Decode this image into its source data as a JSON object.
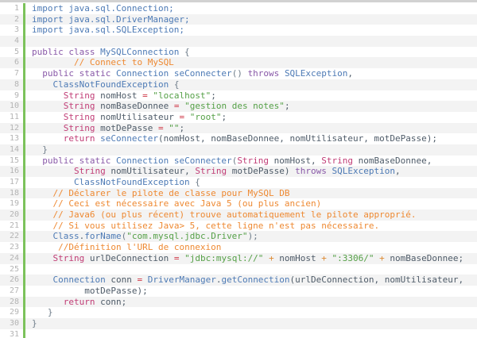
{
  "editor": {
    "language": "java",
    "gutter_bar_color": "#7cc25b",
    "line_number_color": "#b4b4b4",
    "top_strip_color": "#d2d2d2",
    "zebra_row_color": "#f3f3f3"
  },
  "colors": {
    "imp": "#4d7ab5",
    "kw": "#8959a8",
    "type": "#4d7ab5",
    "builtin": "#c13d76",
    "string": "#55a047",
    "comment": "#ee8932",
    "op_eq": "#cf3746",
    "op_plus": "#dd8a33",
    "plain": "#4e5b68",
    "punct": "#6f7d8a"
  },
  "lines": [
    {
      "n": "1",
      "segs": [
        [
          "import java.sql.Connection;",
          "imp"
        ]
      ]
    },
    {
      "n": "2",
      "segs": [
        [
          "import java.sql.DriverManager;",
          "imp"
        ]
      ]
    },
    {
      "n": "3",
      "segs": [
        [
          "import java.sql.SQLException;",
          "imp"
        ]
      ]
    },
    {
      "n": "4",
      "segs": []
    },
    {
      "n": "5",
      "segs": [
        [
          "public class ",
          "kw"
        ],
        [
          "MySQLConnection",
          "type"
        ],
        [
          " {",
          "punct"
        ]
      ]
    },
    {
      "n": "6",
      "segs": [
        [
          "        // Connect to MySQL",
          "comment"
        ]
      ]
    },
    {
      "n": "7",
      "segs": [
        [
          "  ",
          "plain"
        ],
        [
          "public static ",
          "kw"
        ],
        [
          "Connection",
          "type"
        ],
        [
          " ",
          "plain"
        ],
        [
          "seConnecter",
          "type"
        ],
        [
          "()",
          "punct"
        ],
        [
          " ",
          "plain"
        ],
        [
          "throws",
          "kw"
        ],
        [
          " ",
          "plain"
        ],
        [
          "SQLException",
          "type"
        ],
        [
          ",",
          "plain"
        ]
      ]
    },
    {
      "n": "8",
      "segs": [
        [
          "    ",
          "plain"
        ],
        [
          "ClassNotFoundException",
          "type"
        ],
        [
          " {",
          "punct"
        ]
      ]
    },
    {
      "n": "9",
      "segs": [
        [
          "      ",
          "plain"
        ],
        [
          "String",
          "builtin"
        ],
        [
          " nomHost ",
          "plain"
        ],
        [
          "=",
          "op_eq"
        ],
        [
          " ",
          "plain"
        ],
        [
          "\"localhost\"",
          "string"
        ],
        [
          ";",
          "plain"
        ]
      ]
    },
    {
      "n": "10",
      "segs": [
        [
          "      ",
          "plain"
        ],
        [
          "String",
          "builtin"
        ],
        [
          " nomBaseDonnee ",
          "plain"
        ],
        [
          "=",
          "op_eq"
        ],
        [
          " ",
          "plain"
        ],
        [
          "\"gestion des notes\"",
          "string"
        ],
        [
          ";",
          "plain"
        ]
      ]
    },
    {
      "n": "11",
      "segs": [
        [
          "      ",
          "plain"
        ],
        [
          "String",
          "builtin"
        ],
        [
          " nomUtilisateur ",
          "plain"
        ],
        [
          "=",
          "op_eq"
        ],
        [
          " ",
          "plain"
        ],
        [
          "\"root\"",
          "string"
        ],
        [
          ";",
          "plain"
        ]
      ]
    },
    {
      "n": "12",
      "segs": [
        [
          "      ",
          "plain"
        ],
        [
          "String",
          "builtin"
        ],
        [
          " motDePasse ",
          "plain"
        ],
        [
          "=",
          "op_eq"
        ],
        [
          " ",
          "plain"
        ],
        [
          "\"\"",
          "string"
        ],
        [
          ";",
          "plain"
        ]
      ]
    },
    {
      "n": "13",
      "segs": [
        [
          "      ",
          "plain"
        ],
        [
          "return",
          "builtin"
        ],
        [
          " ",
          "plain"
        ],
        [
          "seConnecter",
          "type"
        ],
        [
          "(nomHost, nomBaseDonnee, nomUtilisateur, motDePasse);",
          "plain"
        ]
      ]
    },
    {
      "n": "14",
      "segs": [
        [
          "  }",
          "punct"
        ]
      ]
    },
    {
      "n": "15",
      "segs": [
        [
          "  ",
          "plain"
        ],
        [
          "public static ",
          "kw"
        ],
        [
          "Connection",
          "type"
        ],
        [
          " ",
          "plain"
        ],
        [
          "seConnecter",
          "type"
        ],
        [
          "(",
          "punct"
        ],
        [
          "String",
          "builtin"
        ],
        [
          " nomHost, ",
          "plain"
        ],
        [
          "String",
          "builtin"
        ],
        [
          " nomBaseDonnee,",
          "plain"
        ]
      ]
    },
    {
      "n": "16",
      "segs": [
        [
          "        ",
          "plain"
        ],
        [
          "String",
          "builtin"
        ],
        [
          " nomUtilisateur, ",
          "plain"
        ],
        [
          "String",
          "builtin"
        ],
        [
          " motDePasse) ",
          "plain"
        ],
        [
          "throws",
          "kw"
        ],
        [
          " ",
          "plain"
        ],
        [
          "SQLException",
          "type"
        ],
        [
          ",",
          "plain"
        ]
      ]
    },
    {
      "n": "17",
      "segs": [
        [
          "        ",
          "plain"
        ],
        [
          "ClassNotFoundException",
          "type"
        ],
        [
          " {",
          "punct"
        ]
      ]
    },
    {
      "n": "18",
      "segs": [
        [
          "    ",
          "plain"
        ],
        [
          "// Déclarer le pilote de classe pour MySQL DB",
          "comment"
        ]
      ]
    },
    {
      "n": "19",
      "segs": [
        [
          "    ",
          "plain"
        ],
        [
          "// Ceci est nécessaire avec Java 5 (ou plus ancien)",
          "comment"
        ]
      ]
    },
    {
      "n": "20",
      "segs": [
        [
          "    ",
          "plain"
        ],
        [
          "// Java6 (ou plus récent) trouve automatiquement le pilote approprié.",
          "comment"
        ]
      ]
    },
    {
      "n": "21",
      "segs": [
        [
          "    ",
          "plain"
        ],
        [
          "// Si vous utilisez Java> 5, cette ligne n'est pas nécessaire.",
          "comment"
        ]
      ]
    },
    {
      "n": "22",
      "segs": [
        [
          "    ",
          "plain"
        ],
        [
          "Class",
          "type"
        ],
        [
          ".",
          "plain"
        ],
        [
          "forName",
          "type"
        ],
        [
          "(",
          "punct"
        ],
        [
          "\"com.mysql.jdbc.Driver\"",
          "string"
        ],
        [
          ");",
          "punct"
        ]
      ]
    },
    {
      "n": "23",
      "segs": [
        [
          "     ",
          "plain"
        ],
        [
          "//Définition l'URL de connexion",
          "comment"
        ]
      ]
    },
    {
      "n": "24",
      "segs": [
        [
          "    ",
          "plain"
        ],
        [
          "String",
          "builtin"
        ],
        [
          " urlDeConnection ",
          "plain"
        ],
        [
          "=",
          "op_eq"
        ],
        [
          " ",
          "plain"
        ],
        [
          "\"jdbc:mysql://\"",
          "string"
        ],
        [
          " ",
          "plain"
        ],
        [
          "+",
          "op_plus"
        ],
        [
          " nomHost ",
          "plain"
        ],
        [
          "+",
          "op_plus"
        ],
        [
          " ",
          "plain"
        ],
        [
          "\":3306/\"",
          "string"
        ],
        [
          " ",
          "plain"
        ],
        [
          "+",
          "op_plus"
        ],
        [
          " nomBaseDonnee;",
          "plain"
        ]
      ]
    },
    {
      "n": "25",
      "segs": []
    },
    {
      "n": "26",
      "segs": [
        [
          "    ",
          "plain"
        ],
        [
          "Connection",
          "type"
        ],
        [
          " conn ",
          "plain"
        ],
        [
          "=",
          "op_eq"
        ],
        [
          " ",
          "plain"
        ],
        [
          "DriverManager",
          "type"
        ],
        [
          ".",
          "plain"
        ],
        [
          "getConnection",
          "type"
        ],
        [
          "(urlDeConnection, nomUtilisateur,",
          "plain"
        ]
      ]
    },
    {
      "n": "27",
      "segs": [
        [
          "          motDePasse);",
          "plain"
        ]
      ]
    },
    {
      "n": "28",
      "segs": [
        [
          "      ",
          "plain"
        ],
        [
          "return",
          "builtin"
        ],
        [
          " conn;",
          "plain"
        ]
      ]
    },
    {
      "n": "29",
      "segs": [
        [
          "   }",
          "punct"
        ]
      ]
    },
    {
      "n": "30",
      "segs": [
        [
          "}",
          "punct"
        ]
      ]
    },
    {
      "n": "31",
      "segs": []
    }
  ]
}
